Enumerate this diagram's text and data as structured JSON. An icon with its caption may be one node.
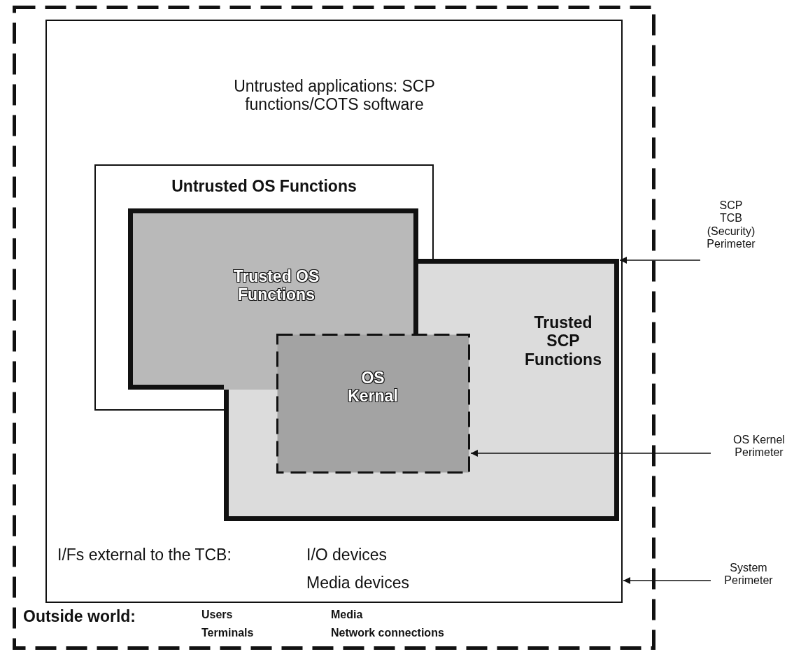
{
  "diagram": {
    "nodes": [
      {
        "text": [
          "Outside world:",
          "Users",
          "Media",
          "Terminals",
          "Network connections"
        ]
      },
      {
        "text": [
          "Untrusted applications: SCP functions/COTS software",
          "I/Fs external to the TCB:",
          "I/O devices",
          "Media devices"
        ],
        "in": 0
      },
      {
        "text": [
          "Untrusted OS Functions"
        ],
        "in": 1
      },
      {
        "text": [
          "Trusted OS Functions"
        ],
        "in": 2
      },
      {
        "text": [
          "Trusted SCP Functions"
        ],
        "in": 1
      },
      {
        "text": [
          "OS Kernal"
        ],
        "in": 4
      },
      {
        "text": [
          "SCP TCB (Security) Perimeter"
        ]
      },
      {
        "text": [
          "OS Kernel Perimeter"
        ]
      },
      {
        "text": [
          "System Perimeter"
        ]
      }
    ],
    "edges": [
      {
        "from": 6,
        "to": 4,
        "arrow": "to"
      },
      {
        "from": 7,
        "to": 5,
        "arrow": "to"
      },
      {
        "from": 8,
        "to": 1,
        "arrow": "to"
      }
    ]
  }
}
